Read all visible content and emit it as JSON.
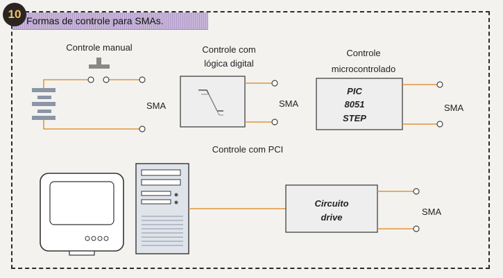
{
  "figure_number": "10",
  "title": "Formas de controle para SMAs.",
  "labels": {
    "manual": "Controle manual",
    "digital_line1": "Controle com",
    "digital_line2": "lógica digital",
    "micro_line1": "Controle",
    "micro_line2": "microcontrolado",
    "pci": "Controle com PCI",
    "sma": "SMA",
    "pic": "PIC",
    "n8051": "8051",
    "step": "STEP",
    "circuito": "Circuito",
    "drive": "drive"
  },
  "colors": {
    "wire": "#e0963a",
    "box_fill": "#eeeeee",
    "stroke": "#333333",
    "title_band": "#b9a4d1",
    "badge": "#2b2420",
    "badge_text": "#f0c36a"
  }
}
